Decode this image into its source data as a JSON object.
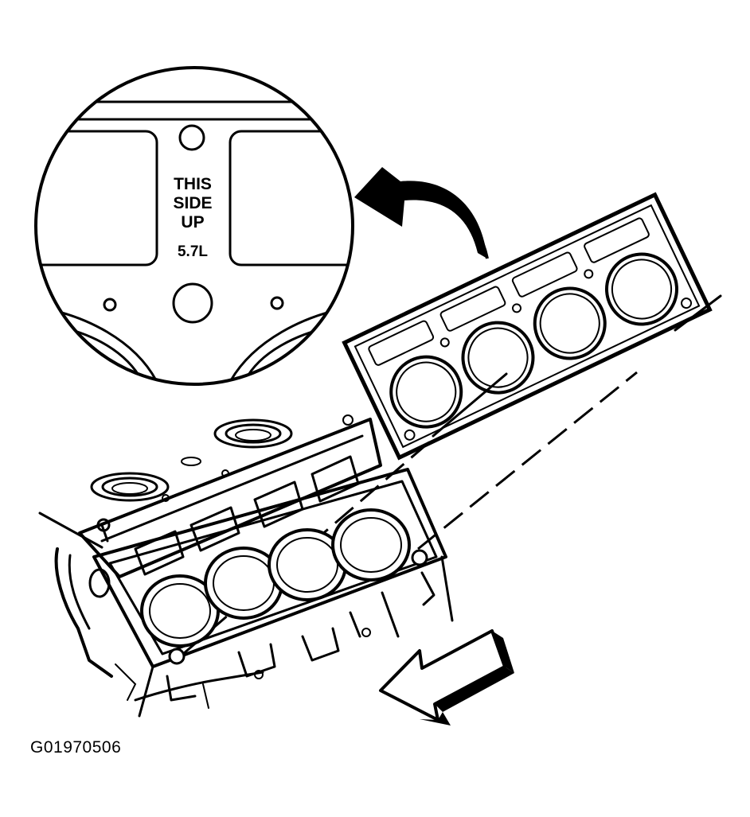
{
  "callout": {
    "line1": "THIS",
    "line2": "SIDE",
    "line3": "UP",
    "engine": "5.7L"
  },
  "figure_id": "G01970506"
}
